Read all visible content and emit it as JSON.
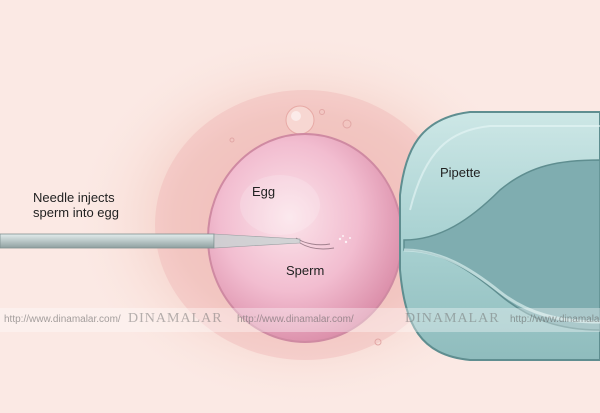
{
  "labels": {
    "needle": "Needle injects\nsperm into egg",
    "egg": "Egg",
    "sperm": "Sperm",
    "pipette": "Pipette"
  },
  "watermark": {
    "url_1": "http://www.dinamalar.com/",
    "brand_1": "DINAMALAR",
    "url_2": "http://www.dinamalar.com/",
    "brand_2": "DINAMALAR",
    "url_3": "http://www.dinamalar.c"
  },
  "colors": {
    "background": "#fbe9e4",
    "glow": "#f3c9c0",
    "egg_center": "#f8d2dc",
    "egg_edge": "#d98aa6",
    "pipette": "#a9d2d2",
    "pipette_dark": "#6f9ea0",
    "needle": "#b9c7c7"
  }
}
